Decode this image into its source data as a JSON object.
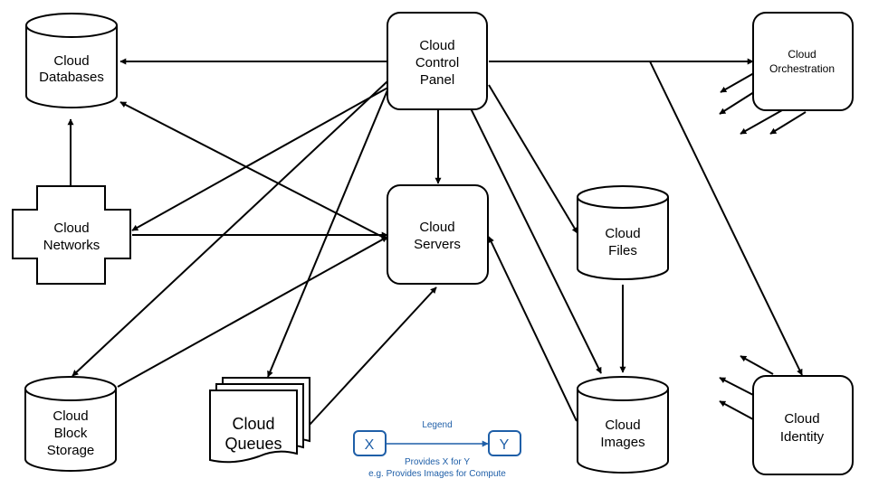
{
  "nodes": {
    "databases": [
      "Cloud",
      "Databases"
    ],
    "control_panel": [
      "Cloud",
      "Control",
      "Panel"
    ],
    "orchestration": [
      "Cloud",
      "Orchestration"
    ],
    "networks": [
      "Cloud",
      "Networks"
    ],
    "servers": [
      "Cloud",
      "Servers"
    ],
    "files": [
      "Cloud",
      "Files"
    ],
    "block_storage": [
      "Cloud",
      "Block",
      "Storage"
    ],
    "queues": [
      "Cloud",
      "Queues"
    ],
    "images": [
      "Cloud",
      "Images"
    ],
    "identity": [
      "Cloud",
      "Identity"
    ]
  },
  "legend": {
    "title": "Legend",
    "x": "X",
    "y": "Y",
    "line1": "Provides X for Y",
    "line2": "e.g. Provides Images for Compute"
  },
  "colors": {
    "stroke": "#000000",
    "legend": "#1f5fa8",
    "background": "#ffffff"
  }
}
